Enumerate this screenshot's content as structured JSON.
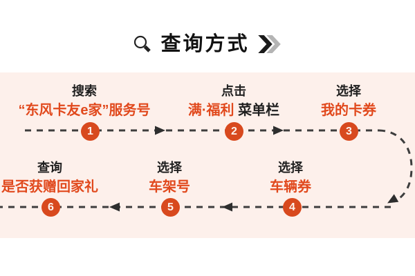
{
  "title": {
    "text": "查询方式"
  },
  "icons": {
    "left": "magnifier-search-icon",
    "right": "double-right-chevron-icon"
  },
  "steps": [
    {
      "num": "1",
      "action": "搜索",
      "target": "“东风卡友e家”服务号"
    },
    {
      "num": "2",
      "action": "点击",
      "target": "满·福利",
      "target_suffix": "菜单栏"
    },
    {
      "num": "3",
      "action": "选择",
      "target": "我的卡券"
    },
    {
      "num": "4",
      "action": "选择",
      "target": "车辆券"
    },
    {
      "num": "5",
      "action": "选择",
      "target": "车架号"
    },
    {
      "num": "6",
      "action": "查询",
      "target": "是否获赠回家礼"
    }
  ],
  "colors": {
    "accent_orange_text": "#e1491d",
    "badge_orange": "#d8491e",
    "band_pink": "#fdf0eb",
    "dash_gray": "#3d3d3d",
    "arrow_dark": "#2e2e2e",
    "chevron_black": "#1b1b1b",
    "chevron_gray": "#b4b4b4",
    "title_black": "#121212"
  }
}
